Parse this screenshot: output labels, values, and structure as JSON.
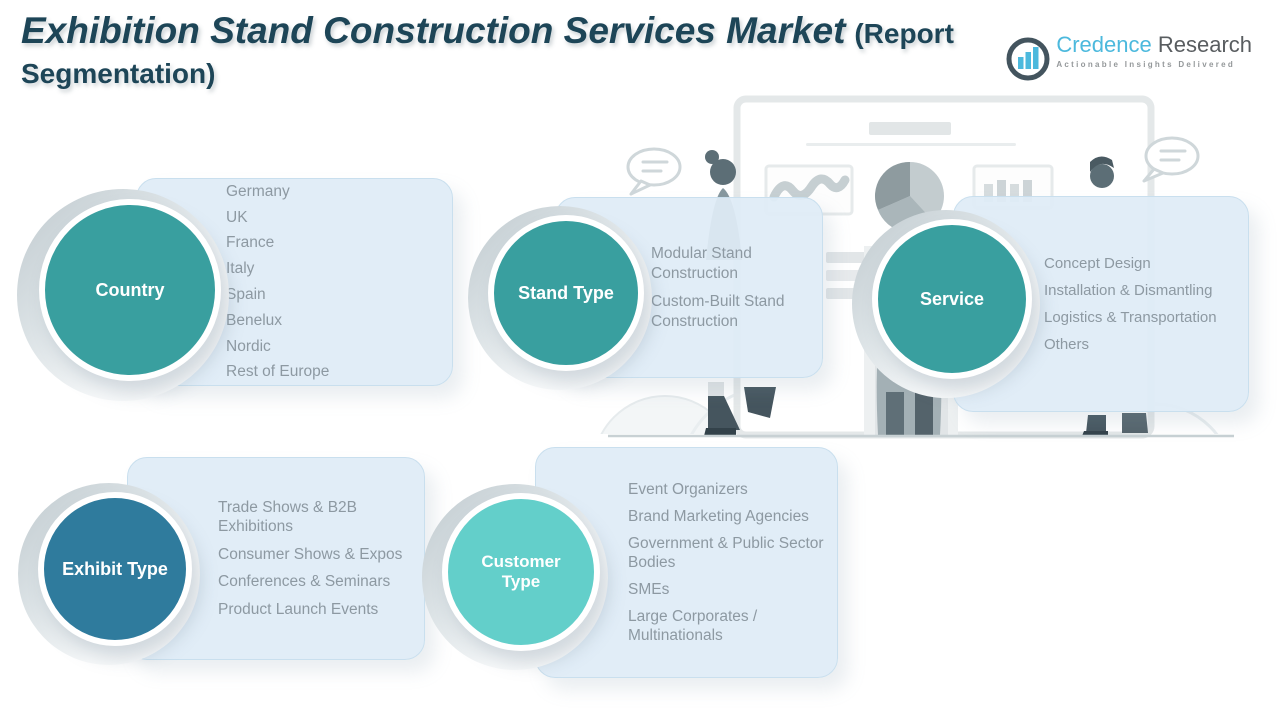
{
  "title": {
    "main": "Exhibition Stand Construction Services Market",
    "paren_line1": "(Report",
    "paren_line2": "Segmentation)"
  },
  "logo": {
    "name_primary": "Credence",
    "name_secondary": "Research",
    "tagline": "Actionable Insights Delivered",
    "icon": "bar-chart-circle-icon"
  },
  "groups": [
    {
      "id": "country",
      "label": "Country",
      "circle_color": "#399f9f",
      "items": [
        "Germany",
        "UK",
        "France",
        "Italy",
        "Spain",
        "Benelux",
        "Nordic",
        "Rest of Europe"
      ]
    },
    {
      "id": "stand-type",
      "label": "Stand Type",
      "circle_color": "#399f9f",
      "items": [
        "Modular Stand Construction",
        "Custom-Built Stand Construction"
      ]
    },
    {
      "id": "service",
      "label": "Service",
      "circle_color": "#399f9f",
      "items": [
        "Concept Design",
        "Installation & Dismantling",
        "Logistics & Transportation",
        "Others"
      ]
    },
    {
      "id": "exhibit-type",
      "label": "Exhibit Type",
      "circle_color": "#2f7b9d",
      "items": [
        "Trade Shows & B2B Exhibitions",
        "Consumer Shows & Expos",
        "Conferences & Seminars",
        "Product Launch Events"
      ]
    },
    {
      "id": "customer-type",
      "label": "Customer Type",
      "circle_color": "#63cfca",
      "items": [
        "Event Organizers",
        "Brand Marketing Agencies",
        "Government & Public Sector Bodies",
        "SMEs",
        "Large Corporates / Multinationals"
      ]
    }
  ],
  "illustration": {
    "elements": [
      "presentation-board",
      "line-chart-icon",
      "pie-chart-icon",
      "bar-chart-icon",
      "speech-bubble-left-icon",
      "speech-bubble-right-icon",
      "presenter-left",
      "presenter-center",
      "presenter-right",
      "ground-line",
      "pedestal"
    ]
  },
  "colors": {
    "title_text": "#1d4557",
    "circle_teal": "#399f9f",
    "circle_blue": "#2f7b9d",
    "circle_aqua": "#63cfca",
    "box_fill": "#dfecf5",
    "box_border": "#c9dfee",
    "item_text": "#8d99a2",
    "logo_blue": "#4cb9dd",
    "logo_gray": "#595d60"
  }
}
